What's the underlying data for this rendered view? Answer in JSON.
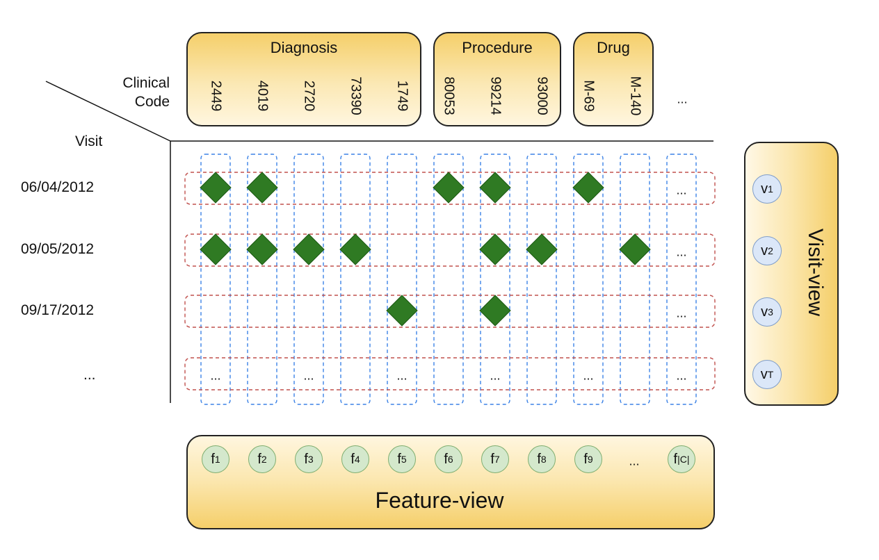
{
  "header": {
    "clinical_code_line1": "Clinical",
    "clinical_code_line2": "Code",
    "visit": "Visit",
    "code_ellipsis": "..."
  },
  "groups": [
    {
      "title": "Diagnosis",
      "codes": [
        "2449",
        "4019",
        "2720",
        "73390",
        "1749"
      ]
    },
    {
      "title": "Procedure",
      "codes": [
        "80053",
        "99214",
        "93000"
      ]
    },
    {
      "title": "Drug",
      "codes": [
        "M-69",
        "M-140"
      ]
    }
  ],
  "visits": [
    {
      "date": "06/04/2012",
      "codes": [
        1,
        2,
        6,
        7,
        9
      ]
    },
    {
      "date": "09/05/2012",
      "codes": [
        1,
        2,
        3,
        4,
        7,
        8,
        10
      ]
    },
    {
      "date": "09/17/2012",
      "codes": [
        5,
        7
      ]
    },
    {
      "date": "...",
      "codes": []
    }
  ],
  "ellipsis_cells": {
    "col11": [
      "...",
      "...",
      "...",
      "..."
    ],
    "last_row": [
      "...",
      "...",
      "...",
      "...",
      "..."
    ]
  },
  "visit_view": {
    "title": "Visit-view",
    "nodes": [
      {
        "base": "v",
        "sub": "1"
      },
      {
        "base": "v",
        "sub": "2"
      },
      {
        "base": "v",
        "sub": "3"
      },
      {
        "base": "v",
        "sub": "T"
      }
    ]
  },
  "feature_view": {
    "title": "Feature-view",
    "nodes": [
      {
        "base": "f",
        "sub": "1"
      },
      {
        "base": "f",
        "sub": "2"
      },
      {
        "base": "f",
        "sub": "3"
      },
      {
        "base": "f",
        "sub": "4"
      },
      {
        "base": "f",
        "sub": "5"
      },
      {
        "base": "f",
        "sub": "6"
      },
      {
        "base": "f",
        "sub": "7"
      },
      {
        "base": "f",
        "sub": "8"
      },
      {
        "base": "f",
        "sub": "9"
      },
      {
        "base": "f",
        "sub": "|C|"
      }
    ],
    "ellipsis": "..."
  },
  "colors": {
    "diamond": "#2f7a23",
    "column_dash": "#3b82e6",
    "row_dash": "#c0504d",
    "feature_node": "#d4e8cc",
    "visit_node": "#dbe7f8",
    "group_fill": "#f5cf6a"
  }
}
